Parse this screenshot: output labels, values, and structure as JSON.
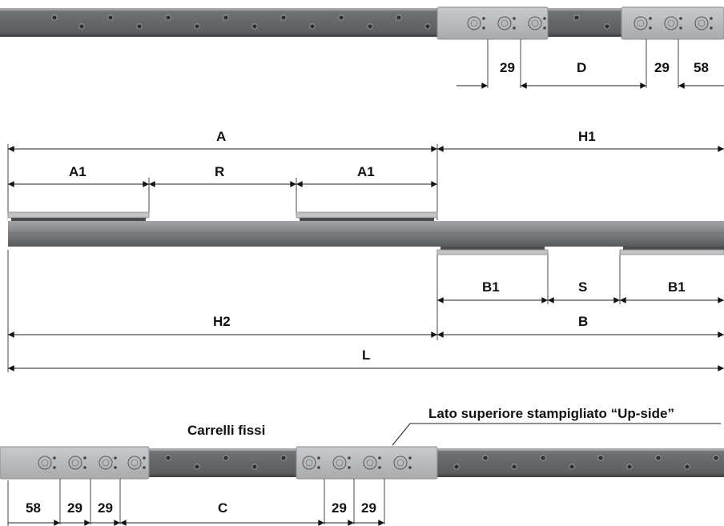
{
  "dimensions": {
    "top_29_a": "29",
    "top_d": "D",
    "top_29_b": "29",
    "top_58": "58",
    "a": "A",
    "h1": "H1",
    "a1_left": "A1",
    "r": "R",
    "a1_right": "A1",
    "b1_left": "B1",
    "s": "S",
    "b1_right": "B1",
    "h2": "H2",
    "b": "B",
    "l": "L",
    "bottom_58": "58",
    "bottom_29_a": "29",
    "bottom_29_b": "29",
    "c": "C",
    "bottom_29_c": "29",
    "bottom_29_d": "29"
  },
  "annotations": {
    "fixed_carriages": "Carrelli fissi",
    "upside_note": "Lato superiore stampigliato “Up-side”"
  },
  "colors": {
    "rail": "#6f7174",
    "rail_dark": "#3f4144",
    "rail_light": "#9a9c9f",
    "carriage": "#b9babc",
    "line": "#222222"
  }
}
